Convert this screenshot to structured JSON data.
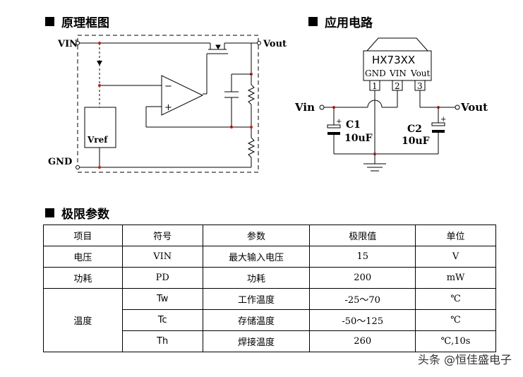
{
  "headings": {
    "principle": "原理框图",
    "application": "应用电路",
    "limits": "极限参数"
  },
  "block_diagram": {
    "vin": "VIN",
    "vout": "Vout",
    "gnd": "GND",
    "vref": "Vref",
    "minus": "−",
    "plus": "+"
  },
  "app_circuit": {
    "part": "HX73XX",
    "pins": [
      {
        "name": "GND",
        "num": "1"
      },
      {
        "name": "VIN",
        "num": "2"
      },
      {
        "name": "Vout",
        "num": "3"
      }
    ],
    "vin": "Vin",
    "vout": "Vout",
    "c1": "C1",
    "c1_value": "10uF",
    "c2": "C2",
    "c2_value": "10uF"
  },
  "table": {
    "headers": [
      "项目",
      "符号",
      "参数",
      "极限值",
      "单位"
    ],
    "rows": [
      {
        "item": "电压",
        "symbol": "VIN",
        "param": "最大输入电压",
        "value": "15",
        "unit": "V"
      },
      {
        "item": "功耗",
        "symbol": "PD",
        "param": "功耗",
        "value": "200",
        "unit": "mW"
      },
      {
        "item": "温度",
        "symbol": "Tw",
        "param": "工作温度",
        "value": "-25～70",
        "unit": "℃"
      },
      {
        "item": "",
        "symbol": "Tc",
        "param": "存储温度",
        "value": "-50～125",
        "unit": "℃"
      },
      {
        "item": "",
        "symbol": "Th",
        "param": "焊接温度",
        "value": "260",
        "unit": "℃,10s"
      }
    ]
  },
  "watermark": "头条 @恒佳盛电子"
}
